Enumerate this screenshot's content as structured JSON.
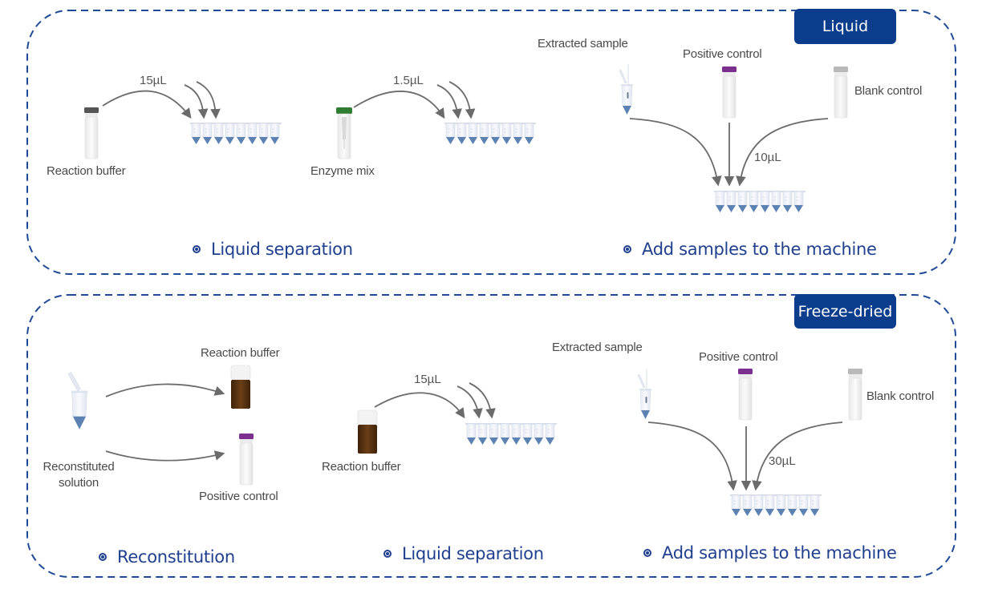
{
  "colors": {
    "border_dash": "#1f4a96",
    "badge_bg": "#0b3d8c",
    "step_text": "#1f3f8f",
    "arrow": "#6b6b6b",
    "tube_tip": "#5b82b3",
    "cap_purple": "#7b2f8f",
    "cap_green": "#2e7d32",
    "cap_gray": "#b9b9b9",
    "cap_dark": "#555555",
    "vial_brown": "#5a3412"
  },
  "panels": [
    {
      "badge": "Liquid",
      "steps": [
        {
          "title": "Liquid separation",
          "transfers": [
            {
              "reagent": "Reaction buffer",
              "volume": "15µL"
            },
            {
              "reagent": "Enzyme mix",
              "volume": "1.5µL"
            }
          ]
        },
        {
          "title": "Add samples to the machine",
          "sources": [
            "Extracted sample",
            "Positive control",
            "Blank control"
          ],
          "volume": "10µL"
        }
      ]
    },
    {
      "badge": "Freeze-dried",
      "steps": [
        {
          "title": "Reconstitution",
          "source": "Reconstituted solution",
          "source_lines": [
            "Reconstituted",
            "solution"
          ],
          "targets": [
            "Reaction buffer",
            "Positive control"
          ]
        },
        {
          "title": "Liquid separation",
          "transfers": [
            {
              "reagent": "Reaction buffer",
              "volume": "15µL"
            }
          ]
        },
        {
          "title": "Add samples to the machine",
          "sources": [
            "Extracted sample",
            "Positive control",
            "Blank control"
          ],
          "volume": "30µL"
        }
      ]
    }
  ]
}
